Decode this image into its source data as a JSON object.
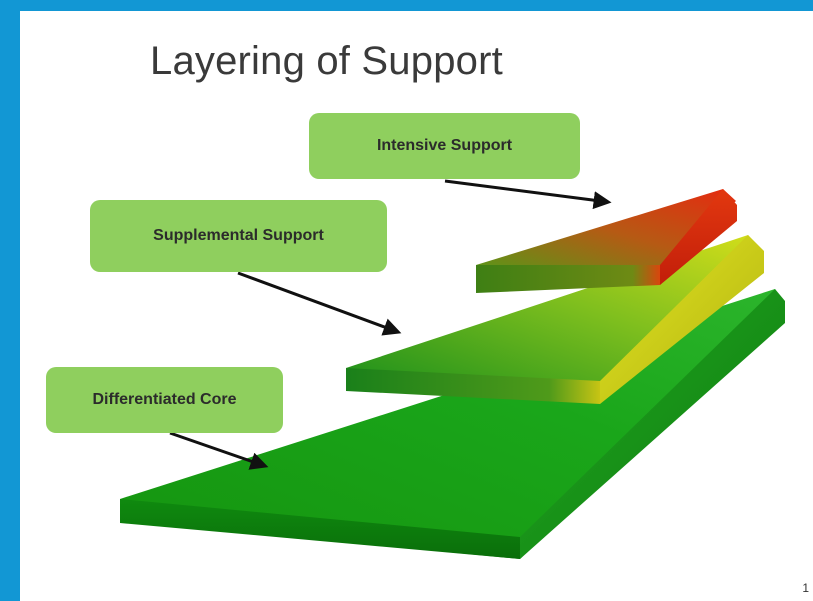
{
  "slide": {
    "title": "Layering of Support",
    "page_number": "1"
  },
  "labels": {
    "intensive": "Intensive Support",
    "supplemental": "Supplemental Support",
    "core": "Differentiated Core"
  },
  "colors": {
    "frame": "#1297d4",
    "label_fill": "#8fcf5e",
    "core_layer": "#129a12",
    "supplemental_layer_gradient": [
      "#1f8d1f",
      "#c9d81a"
    ],
    "intensive_layer_gradient": [
      "#4f8c14",
      "#e4200f"
    ],
    "arrow": "#111111"
  }
}
